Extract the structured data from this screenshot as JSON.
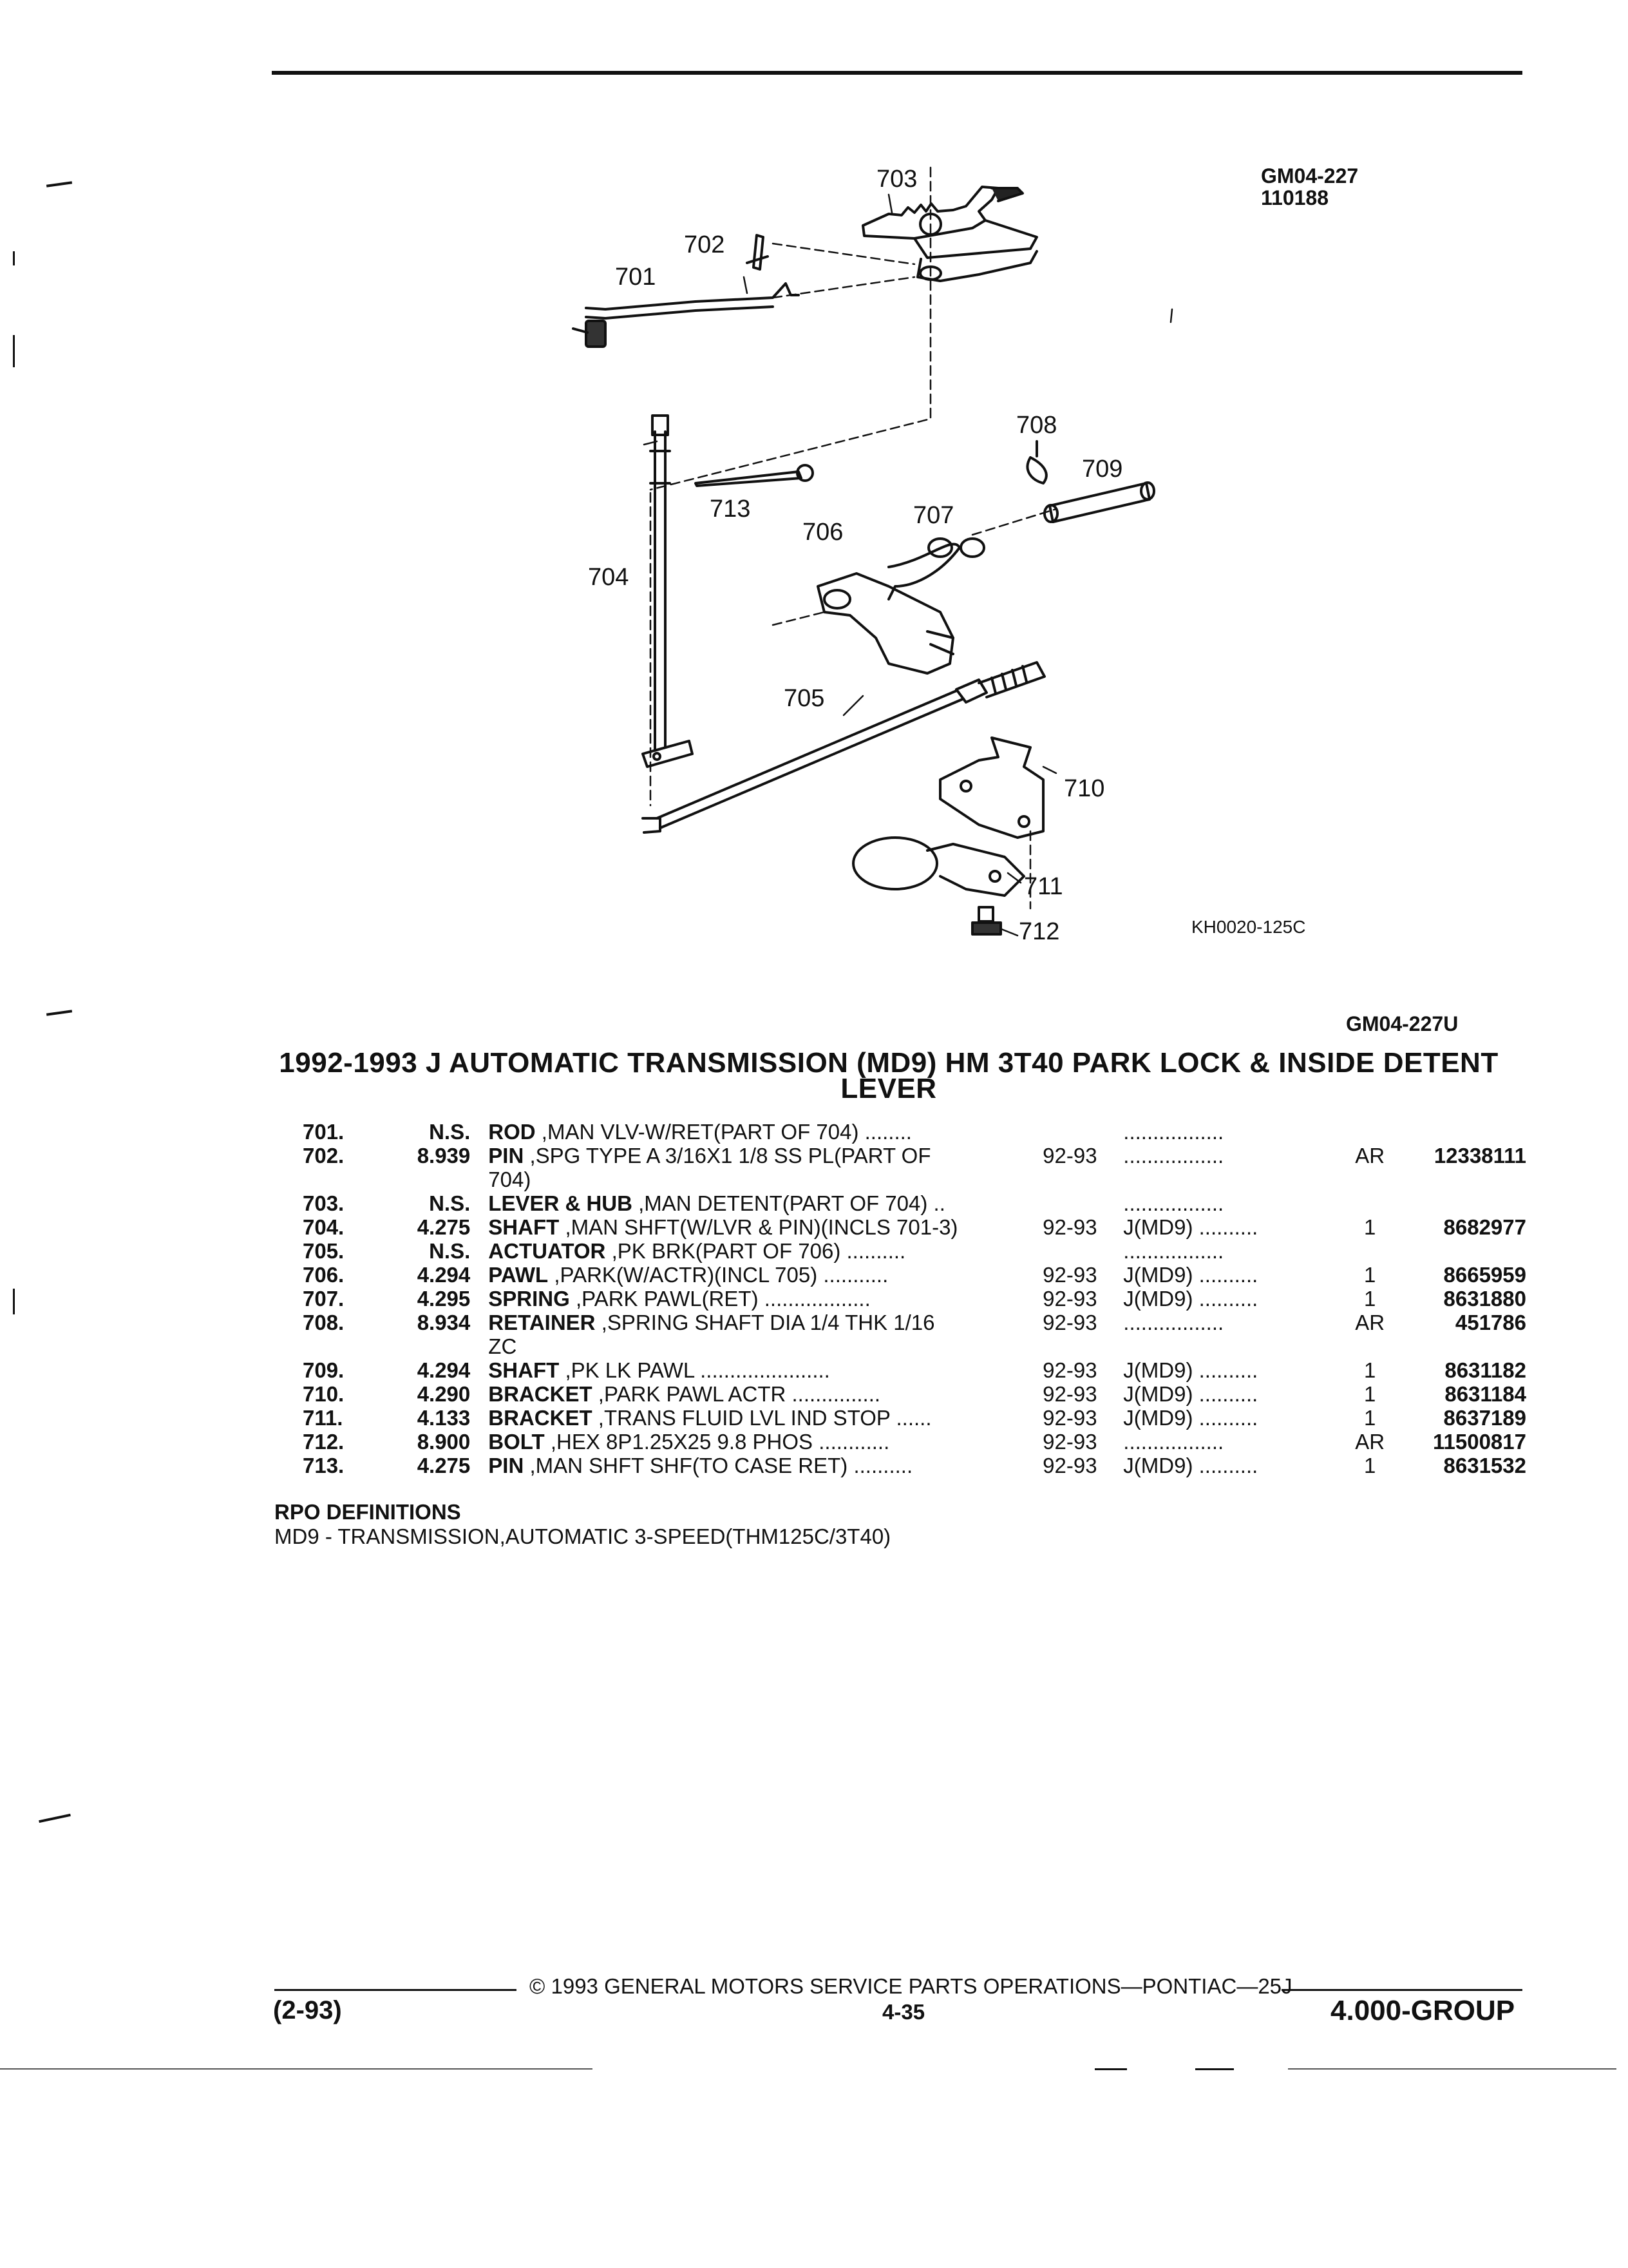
{
  "header": {
    "figure_id": "GM04-227",
    "figure_code": "110188"
  },
  "illustration": {
    "callouts": [
      "701",
      "702",
      "703",
      "704",
      "705",
      "706",
      "707",
      "708",
      "709",
      "710",
      "711",
      "712",
      "713"
    ],
    "image_code": "KH0020-125C"
  },
  "section_code": "GM04-227U",
  "title": "1992-1993 J AUTOMATIC TRANSMISSION (MD9) HM 3T40 PARK LOCK & INSIDE DETENT LEVER",
  "parts": [
    {
      "item": "701.",
      "code": "N.S.",
      "name": "ROD",
      "detail": ",MAN VLV-W/RET(PART OF 704)",
      "leader": " ........",
      "years": "",
      "usage": "",
      "usage_dots": ".................",
      "qty": "",
      "part_no": ""
    },
    {
      "item": "702.",
      "code": "8.939",
      "name": "PIN",
      "detail": ",SPG TYPE A 3/16X1 1/8 SS PL(PART OF",
      "leader": "",
      "cont": "704)",
      "years": "92-93",
      "usage": "",
      "usage_dots": ".................",
      "qty": "AR",
      "part_no": "12338111"
    },
    {
      "item": "703.",
      "code": "N.S.",
      "name": "LEVER & HUB",
      "detail": ",MAN DETENT(PART OF 704)",
      "leader": " ..",
      "years": "",
      "usage": "",
      "usage_dots": ".................",
      "qty": "",
      "part_no": ""
    },
    {
      "item": "704.",
      "code": "4.275",
      "name": "SHAFT",
      "detail": ",MAN SHFT(W/LVR & PIN)(INCLS 701-3)",
      "leader": "",
      "years": "92-93",
      "usage": "J(MD9)",
      "usage_dots": " ..........",
      "qty": "1",
      "part_no": "8682977"
    },
    {
      "item": "705.",
      "code": "N.S.",
      "name": "ACTUATOR",
      "detail": ",PK BRK(PART OF 706)",
      "leader": " ..........",
      "years": "",
      "usage": "",
      "usage_dots": ".................",
      "qty": "",
      "part_no": ""
    },
    {
      "item": "706.",
      "code": "4.294",
      "name": "PAWL",
      "detail": ",PARK(W/ACTR)(INCL 705)",
      "leader": " ...........",
      "years": "92-93",
      "usage": "J(MD9)",
      "usage_dots": " ..........",
      "qty": "1",
      "part_no": "8665959"
    },
    {
      "item": "707.",
      "code": "4.295",
      "name": "SPRING",
      "detail": ",PARK PAWL(RET)",
      "leader": " ..................",
      "years": "92-93",
      "usage": "J(MD9)",
      "usage_dots": " ..........",
      "qty": "1",
      "part_no": "8631880"
    },
    {
      "item": "708.",
      "code": "8.934",
      "name": "RETAINER",
      "detail": ",SPRING SHAFT DIA 1/4 THK 1/16",
      "leader": "",
      "cont": "ZC",
      "years": "92-93",
      "usage": "",
      "usage_dots": ".................",
      "qty": "AR",
      "part_no": "451786"
    },
    {
      "item": "709.",
      "code": "4.294",
      "name": "SHAFT",
      "detail": ",PK LK PAWL",
      "leader": " ......................",
      "years": "92-93",
      "usage": "J(MD9)",
      "usage_dots": " ..........",
      "qty": "1",
      "part_no": "8631182"
    },
    {
      "item": "710.",
      "code": "4.290",
      "name": "BRACKET",
      "detail": ",PARK PAWL ACTR",
      "leader": " ...............",
      "years": "92-93",
      "usage": "J(MD9)",
      "usage_dots": " ..........",
      "qty": "1",
      "part_no": "8631184"
    },
    {
      "item": "711.",
      "code": "4.133",
      "name": "BRACKET",
      "detail": ",TRANS FLUID LVL IND STOP",
      "leader": " ......",
      "years": "92-93",
      "usage": "J(MD9)",
      "usage_dots": " ..........",
      "qty": "1",
      "part_no": "8637189"
    },
    {
      "item": "712.",
      "code": "8.900",
      "name": "BOLT",
      "detail": ",HEX 8P1.25X25 9.8 PHOS",
      "leader": " ............",
      "years": "92-93",
      "usage": "",
      "usage_dots": ".................",
      "qty": "AR",
      "part_no": "11500817"
    },
    {
      "item": "713.",
      "code": "4.275",
      "name": "PIN",
      "detail": ",MAN SHFT SHF(TO CASE RET)",
      "leader": " ..........",
      "years": "92-93",
      "usage": "J(MD9)",
      "usage_dots": " ..........",
      "qty": "1",
      "part_no": "8631532"
    }
  ],
  "rpo": {
    "heading": "RPO DEFINITIONS",
    "definition": "MD9 - TRANSMISSION,AUTOMATIC 3-SPEED(THM125C/3T40)"
  },
  "footer": {
    "copyright": "© 1993 GENERAL MOTORS SERVICE PARTS OPERATIONS—PONTIAC—25J",
    "date_code": "(2-93)",
    "page": "4-35",
    "group": "4.000-GROUP"
  }
}
